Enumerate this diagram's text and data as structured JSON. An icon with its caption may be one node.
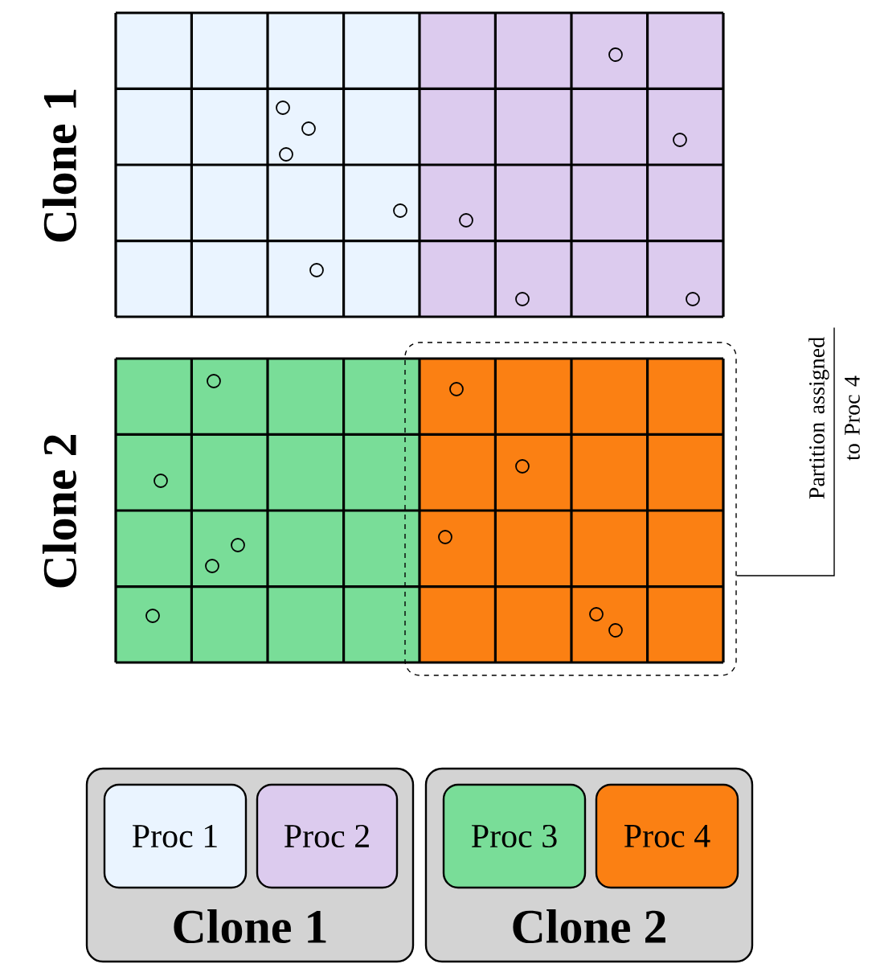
{
  "diagram": {
    "nodes": [
      {
        "text": [
          "Clone 1"
        ]
      },
      {
        "text": [
          "Proc 1"
        ],
        "in": 0
      },
      {
        "text": [
          "Proc 2"
        ],
        "in": 0
      },
      {
        "text": [
          "Clone 2"
        ]
      },
      {
        "text": [
          "Proc 3"
        ],
        "in": 3
      },
      {
        "text": [
          "Proc 4"
        ],
        "in": 3
      },
      {
        "text": [],
        "shape": "box"
      },
      {
        "text": [
          "Partition assigned to Proc 4"
        ]
      }
    ],
    "edges": [
      {
        "from": 7,
        "to": 6,
        "arrow": "none"
      }
    ],
    "labels": [
      "Clone 1",
      "Clone 2"
    ]
  }
}
